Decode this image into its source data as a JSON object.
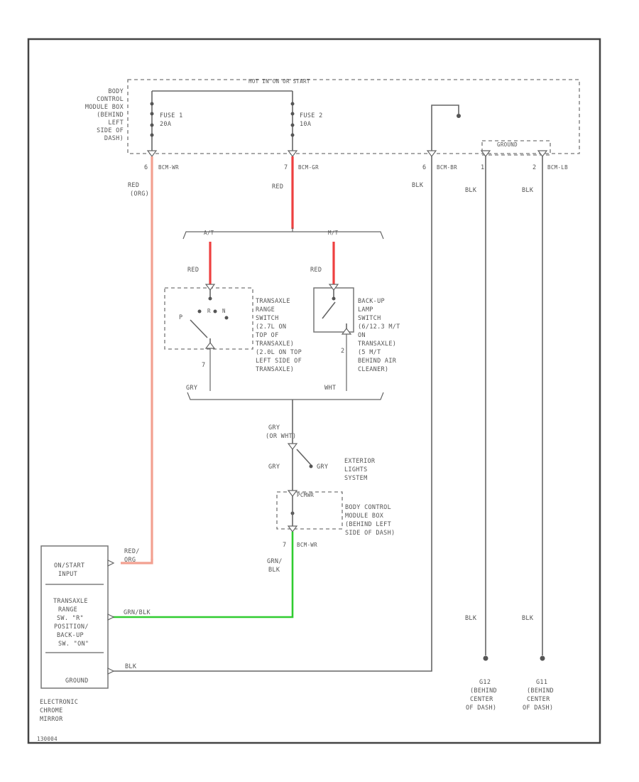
{
  "bcm_box": {
    "header": "HOT IN ON OR START",
    "label": [
      "BODY",
      "CONTROL",
      "MODULE BOX",
      "(BEHIND",
      "LEFT",
      "SIDE OF",
      "DASH)"
    ],
    "fuse1": [
      "FUSE 1",
      "20A"
    ],
    "fuse2": [
      "FUSE 2",
      "10A"
    ],
    "ground_label": "GROUND"
  },
  "pins": {
    "p6a": "6",
    "c6a": "BCM-WR",
    "p7a": "7",
    "c7a": "BCM-GR",
    "p6b": "6",
    "c6b": "BCM-BR",
    "p1": "1",
    "p2": "2",
    "c2": "BCM-LB"
  },
  "wires": {
    "red_org": [
      "RED",
      "(ORG)"
    ],
    "red": "RED",
    "blk": "BLK",
    "at": "A/T",
    "mt": "M/T",
    "gry": "GRY",
    "gry_or_wht": [
      "GRY",
      "(OR WHT)"
    ],
    "wht": "WHT",
    "grn_blk": [
      "GRN/",
      "BLK"
    ],
    "red_org_mirror": [
      "RED/",
      "ORG"
    ]
  },
  "tr_switch": {
    "p": "P",
    "r": "R",
    "n": "N",
    "pin": "7",
    "label": [
      "TRANSAXLE",
      "RANGE",
      "SWITCH",
      "(2.7L ON",
      "TOP OF",
      "TRANSAXLE)",
      "(2.0L ON TOP",
      "LEFT SIDE OF",
      "TRANSAXLE)"
    ]
  },
  "bu_switch": {
    "pin": "2",
    "label": [
      "BACK-UP",
      "LAMP",
      "SWITCH",
      "(6/12.3 M/T",
      "ON",
      "TRANSAXLE)",
      "(5 M/T",
      "BEHIND AIR",
      "CLEANER)"
    ]
  },
  "exterior": [
    "EXTERIOR",
    "LIGHTS",
    "SYSTEM"
  ],
  "bcm_lower": {
    "header": "PCMWR",
    "label": [
      "BODY CONTROL",
      "MODULE BOX",
      "(BEHIND LEFT",
      "SIDE OF DASH)"
    ],
    "pin": "7",
    "conn": "BCM-WR"
  },
  "mirror": {
    "on_start": [
      "ON/START",
      "INPUT"
    ],
    "transaxle": [
      "TRANSAXLE",
      "RANGE",
      "SW. \"R\"",
      "POSITION/",
      "BACK-UP",
      "SW. \"ON\""
    ],
    "ground": "GROUND",
    "name": [
      "ELECTRONIC",
      "CHROME",
      "MIRROR"
    ],
    "grn_blk": "GRN/BLK",
    "blk": "BLK"
  },
  "grounds": [
    {
      "id": "G12",
      "text": [
        "G12",
        "(BEHIND",
        "CENTER",
        "OF DASH)"
      ],
      "wire": "BLK"
    },
    {
      "id": "G11",
      "text": [
        "G11",
        "(BEHIND",
        "CENTER",
        "OF DASH)"
      ],
      "wire": "BLK"
    }
  ],
  "footer": "130004"
}
